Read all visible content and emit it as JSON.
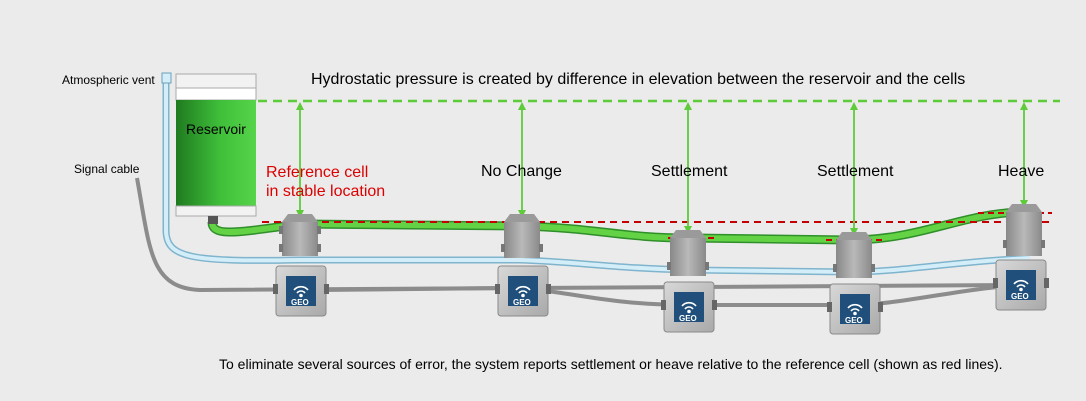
{
  "title": "Hydrostatic pressure is created by difference in elevation between the reservoir and the cells",
  "footnote": "To eliminate several sources of error, the system reports settlement or heave relative to the reference cell (shown as red lines).",
  "labels": {
    "atmospheric_vent": "Atmospheric vent",
    "signal_cable": "Signal cable",
    "reservoir": "Reservoir"
  },
  "reference_cell": {
    "line1": "Reference cell",
    "line2": "in stable location"
  },
  "cells": [
    {
      "label": "No Change"
    },
    {
      "label": "Settlement"
    },
    {
      "label": "Settlement"
    },
    {
      "label": "Heave"
    }
  ],
  "logger_badge": "GEO",
  "colors": {
    "background": "#ebebeb",
    "reservoir_green": "#3fb83a",
    "tube_fluid": "#5fcf3f",
    "vent_tube": "#cde9f5",
    "signal_cable": "#8a8a8a",
    "reference_line": "#c40000",
    "pressure_arrow": "#5dcb3a",
    "reference_text": "#dd0000"
  }
}
